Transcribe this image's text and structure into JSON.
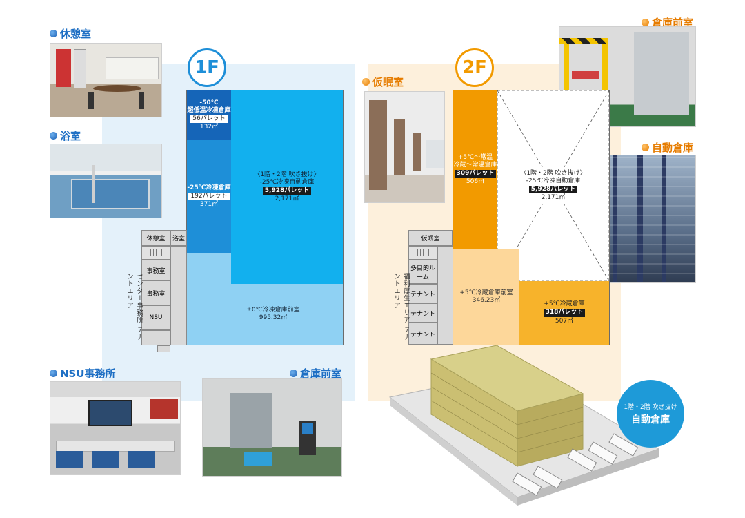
{
  "floor1": {
    "badge": "1F",
    "zones": {
      "ultra_low": {
        "temp": "-50℃",
        "name": "超低温冷凍倉庫",
        "pallets": "56パレット",
        "area": "132㎡"
      },
      "freezer": {
        "name": "-25℃冷凍倉庫",
        "pallets": "192パレット",
        "area": "371㎡"
      },
      "auto": {
        "line1": "〈1階・2階 吹き抜け〉",
        "line2": "-25℃冷凍自動倉庫",
        "pallets": "5,928パレット",
        "area": "2,171㎡"
      },
      "front": {
        "name": "±0℃冷凍倉庫前室",
        "area": "995.32㎡"
      }
    },
    "rooms": {
      "rest": "休憩室",
      "bath": "浴室",
      "office1": "事務室",
      "office2": "事務室",
      "nsu": "NSU"
    },
    "side_label": "センター事務所 テナントエリア"
  },
  "floor2": {
    "badge": "2F",
    "zones": {
      "chilled": {
        "name": "+5℃～常温",
        "name2": "冷蔵～常温倉庫",
        "pallets": "309パレット",
        "area": "506㎡"
      },
      "auto": {
        "line1": "〈1階・2階 吹き抜け〉",
        "line2": "-25℃冷凍自動倉庫",
        "pallets": "5,928パレット",
        "area": "2,171㎡"
      },
      "front": {
        "name": "+5℃冷蔵倉庫前室",
        "area": "346.23㎡"
      },
      "cold": {
        "name": "+5℃冷蔵倉庫",
        "pallets": "318パレット",
        "area": "507㎡"
      }
    },
    "rooms": {
      "nap": "仮眠室",
      "multi": "多目的ルーム",
      "tenant1": "テナント",
      "tenant2": "テナント",
      "tenant3": "テナント"
    },
    "side_label": "福利厚生エリア テナントエリア"
  },
  "photos": {
    "rest": "休憩室",
    "bath": "浴室",
    "nsu": "NSU事務所",
    "front1": "倉庫前室",
    "nap": "仮眠室",
    "front2": "倉庫前室",
    "auto": "自動倉庫"
  },
  "badge": {
    "line1": "1階・2階 吹き抜け",
    "line2": "自動倉庫"
  },
  "colors": {
    "blue_dark": "#1565b8",
    "blue_mid": "#1e8fd8",
    "blue_bright": "#12b0ee",
    "blue_light": "#8fd1f3",
    "orange_dark": "#f29a00",
    "orange_light": "#fdd79a",
    "orange_mid": "#f7b32b"
  }
}
